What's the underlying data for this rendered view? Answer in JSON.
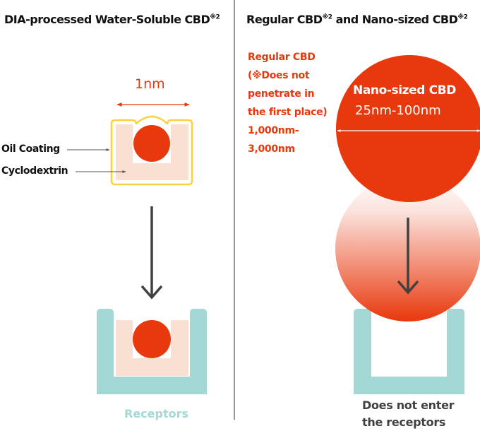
{
  "left_panel": {
    "title": "DIA-processed Water-Soluble CBD",
    "title_note": "※2",
    "size_label": "1nm",
    "oil_coating_label": "Oil Coating",
    "cyclodextrin_label": "Cyclodextrin",
    "receptors_label": "Receptors"
  },
  "right_panel": {
    "title_part1": "Regular CBD",
    "title_note1": "※2",
    "title_part2": " and Nano-sized CBD",
    "title_note2": "※2",
    "regular_lines": [
      "Regular CBD",
      "(※Does not",
      "penetrate in",
      "the first place)",
      "1,000nm-",
      "3,000nm"
    ],
    "nano_label": "Nano-sized CBD",
    "nano_size": "25nm-100nm",
    "result_line1": "Does not enter",
    "result_line2": "the receptors"
  },
  "colors": {
    "cbd": "#e8380d",
    "receptor": "#a3d8d5",
    "cyclodextrin": "#fae0d2",
    "oil": "#fbd13f",
    "arrow": "#404040"
  }
}
